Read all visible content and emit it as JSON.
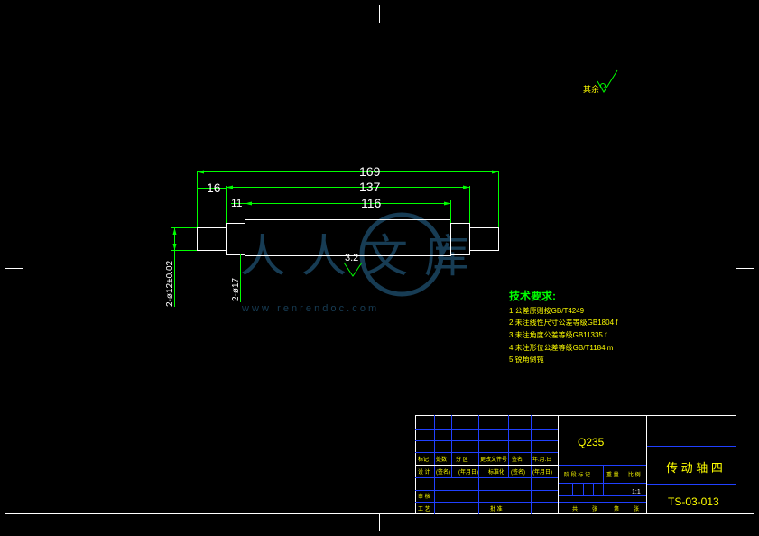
{
  "drawing": {
    "roughness": "其余",
    "dimensions": {
      "overall_length": "169",
      "left_offset": "16",
      "mid_length": "137",
      "shoulder": "11",
      "inner_length": "116",
      "end_diameter": "2-ø12±0.02",
      "collar_diameter": "2-ø17",
      "surface_finish": "3.2"
    }
  },
  "watermark": {
    "chars": "人人文库",
    "url": "w w w . r e n r e n d o c . c o m"
  },
  "tech_requirements": {
    "title": "技术要求:",
    "items": [
      "1.公差原则按GB/T4249",
      "2.未注线性尺寸公差等级GB1804 f",
      "3.未注角度公差等级GB11335 f",
      "4.未注形位公差等级GB/T1184 m",
      "5.锐角倒钝"
    ]
  },
  "title_block": {
    "material": "Q235",
    "part_name": "传 动 轴 四",
    "drawing_number": "TS-03-013",
    "scale": "1:1",
    "row_labels_1": [
      "标记",
      "处数",
      "分 区",
      "更改文件号",
      "签名",
      "年.月.日"
    ],
    "row_labels_2": [
      "设 计",
      "(签名)",
      "(年月日)",
      "标准化",
      "(签名)",
      "(年月日)"
    ],
    "row_labels_3": [
      "审 核"
    ],
    "row_labels_4": [
      "工 艺",
      "批 准"
    ],
    "stage_labels": [
      "阶 段 标 记",
      "重 量",
      "比 例"
    ],
    "sheet_labels": [
      "共",
      "张",
      "第",
      "张"
    ]
  }
}
